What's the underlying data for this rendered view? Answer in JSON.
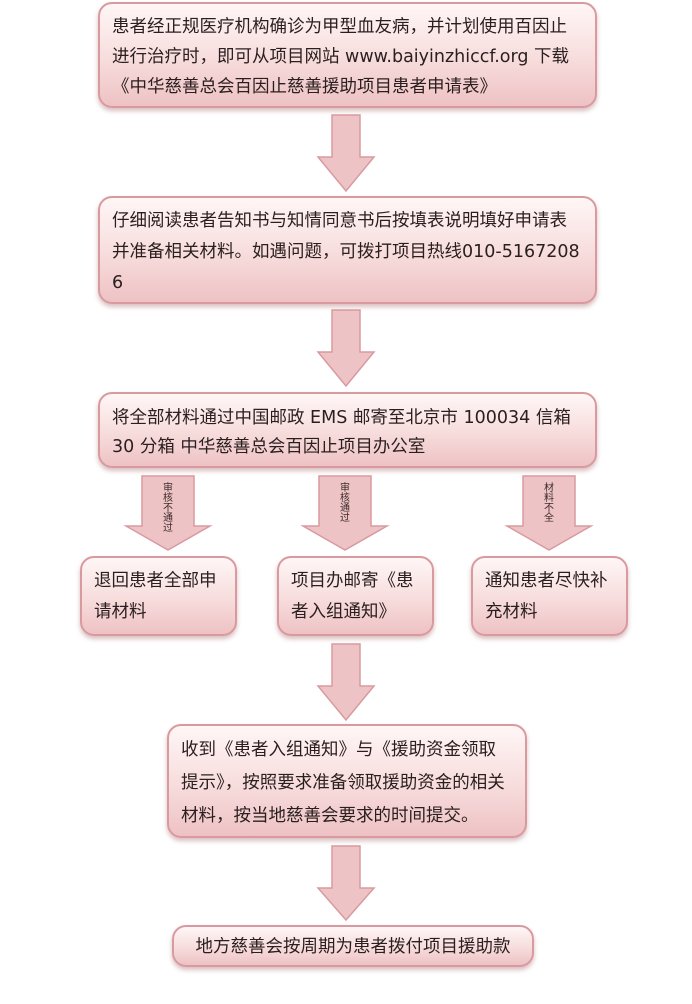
{
  "steps": {
    "step1": "患者经正规医疗机构确诊为甲型血友病，并计划使用百因止进行治疗时，即可从项目网站 www.baiyinzhiccf.org 下载《中华慈善总会百因止慈善援助项目患者申请表》",
    "step2": "仔细阅读患者告知书与知情同意书后按填表说明填好申请表并准备相关材料。如遇问题，可拨打项目热线010-51672086",
    "step3": "将全部材料通过中国邮政 EMS 邮寄至北京市 100034 信箱 30 分箱  中华慈善总会百因止项目办公室",
    "branch_left": "退回患者全部申请材料",
    "branch_mid": "项目办邮寄《患者入组通知》",
    "branch_right": "通知患者尽快补充材料",
    "step4": "收到《患者入组通知》与《援助资金领取提示》，按照要求准备领取援助资金的相关材料，按当地慈善会要求的时间提交。",
    "step5": "地方慈善会按周期为患者拨付项目援助款"
  },
  "arrow_labels": {
    "left": "审核不通过",
    "mid": "审核通过",
    "right": "材料不全"
  },
  "colors": {
    "box_border": "#d89a9f",
    "box_fill_top": "#fff6f6",
    "box_fill_bottom": "#eec2c4",
    "arrow_fill": "#eec3c5"
  }
}
